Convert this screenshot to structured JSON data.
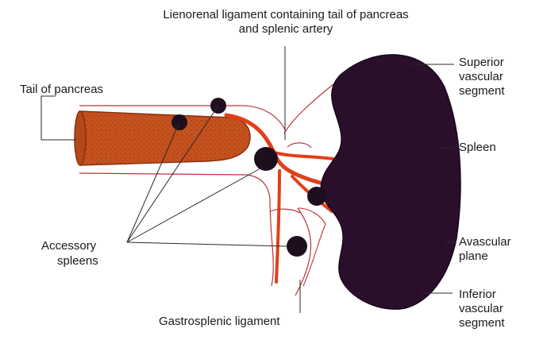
{
  "labels": {
    "lienorenal_line1": "Lienorenal ligament containing tail of pancreas",
    "lienorenal_line2": "and splenic artery",
    "tail_of_pancreas": "Tail of pancreas",
    "superior_line1": "Superior",
    "superior_line2": "vascular",
    "superior_line3": "segment",
    "spleen": "Spleen",
    "accessory_line1": "Accessory",
    "accessory_line2": "spleens",
    "avascular_line1": "Avascular",
    "avascular_line2": "plane",
    "inferior_line1": "Inferior",
    "inferior_line2": "vascular",
    "inferior_line3": "segment",
    "gastrosplenic": "Gastrosplenic ligament"
  },
  "colors": {
    "spleen": "#2a0f2b",
    "pancreas": "#c5521f",
    "pancreas_dark": "#8a3010",
    "artery": "#e0401a",
    "peritoneum": "#b8343a",
    "accessory_spleen": "#1e0f1e",
    "leader_line": "#2a2a2a"
  }
}
